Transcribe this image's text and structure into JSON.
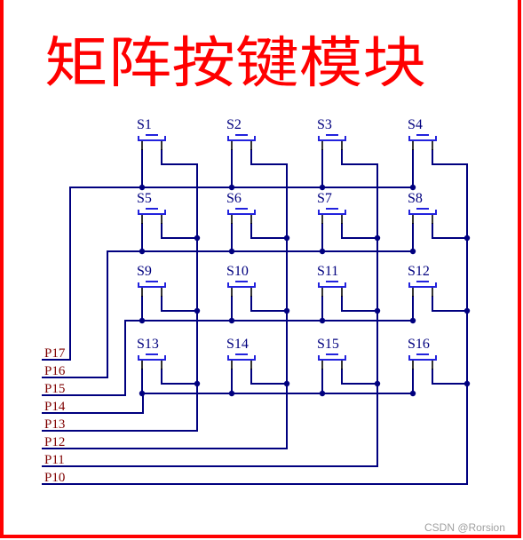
{
  "title": "矩阵按键模块",
  "switches": [
    "S1",
    "S2",
    "S3",
    "S4",
    "S5",
    "S6",
    "S7",
    "S8",
    "S9",
    "S10",
    "S11",
    "S12",
    "S13",
    "S14",
    "S15",
    "S16"
  ],
  "ports": [
    "P17",
    "P16",
    "P15",
    "P14",
    "P13",
    "P12",
    "P11",
    "P10"
  ],
  "watermark": "CSDN @Rorsion",
  "colors": {
    "title": "#ff0000",
    "wire": "#00007f",
    "button": "#2222dd",
    "port_label": "#7f0000",
    "frame": "#ff0000"
  }
}
